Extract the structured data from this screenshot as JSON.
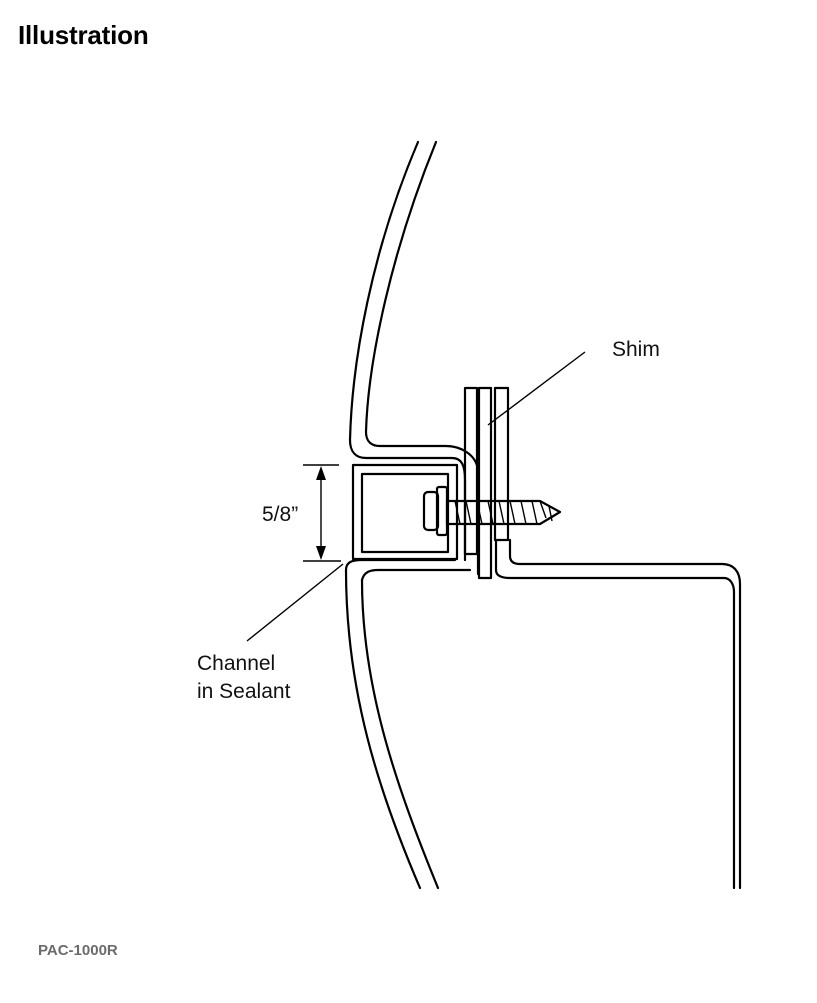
{
  "title": "Illustration",
  "footer_code": "PAC-1000R",
  "labels": {
    "shim": "Shim",
    "dimension": "5/8”",
    "channel_line1": "Channel",
    "channel_line2": "in Sealant"
  }
}
